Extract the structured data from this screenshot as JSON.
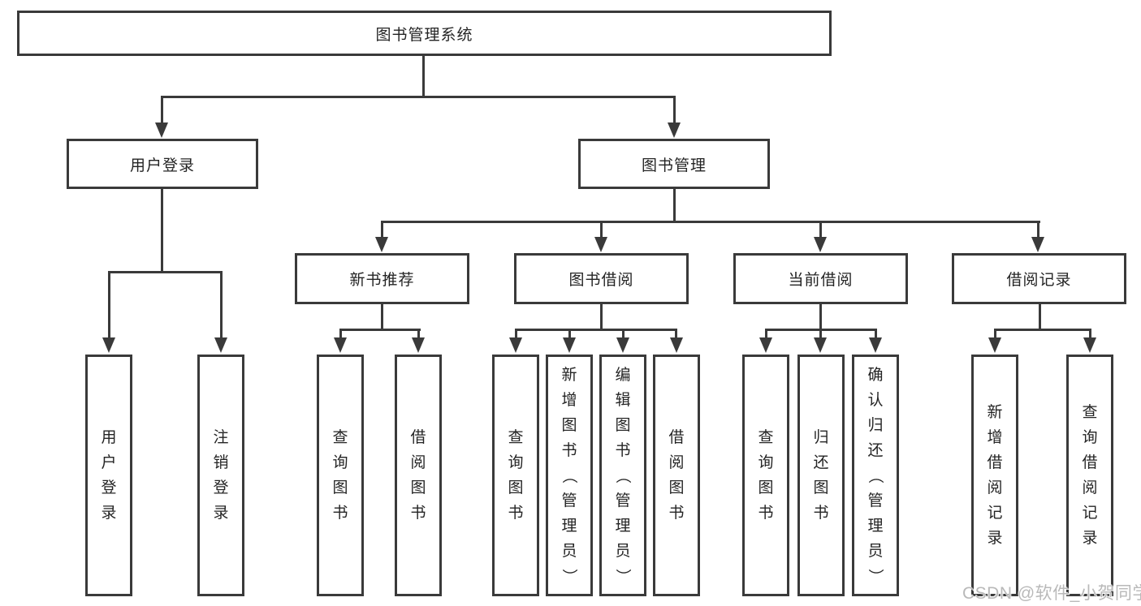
{
  "diagram": {
    "root": {
      "label": "图书管理系统"
    },
    "level2": [
      {
        "label": "用户登录"
      },
      {
        "label": "图书管理"
      }
    ],
    "level3": [
      {
        "label": "新书推荐"
      },
      {
        "label": "图书借阅"
      },
      {
        "label": "当前借阅"
      },
      {
        "label": "借阅记录"
      }
    ],
    "leaves": {
      "login": [
        "用户登录",
        "注销登录"
      ],
      "recommend": [
        "查询图书",
        "借阅图书"
      ],
      "borrow": [
        "查询图书",
        "新增图书（管理员）",
        "编辑图书（管理员）",
        "借阅图书"
      ],
      "current": [
        "查询图书",
        "归还图书",
        "确认归还（管理员）"
      ],
      "records": [
        "新增借阅记录",
        "查询借阅记录"
      ]
    }
  },
  "watermark": {
    "text": "CSDN @软件_小贺同学"
  },
  "colors": {
    "line": "#3a3a3a",
    "text": "#242424",
    "watermark": "#b9b9b9",
    "background": "#ffffff"
  }
}
